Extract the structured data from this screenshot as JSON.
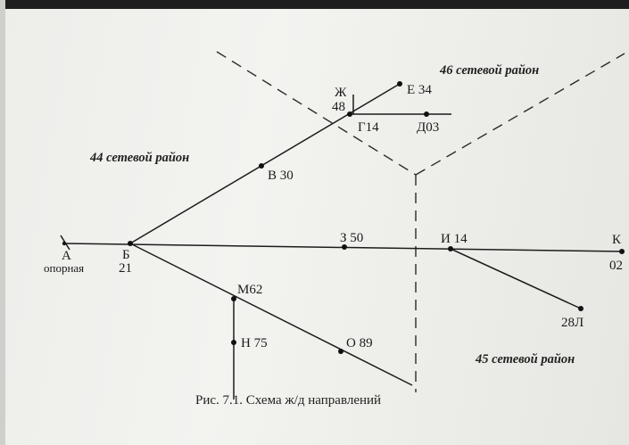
{
  "districts": {
    "d44": "44 сетевой район",
    "d46": "46 сетевой район",
    "d45": "45 сетевой район"
  },
  "stations": {
    "A": "А",
    "A_note": "опорная",
    "B": "Б",
    "B_code": "21",
    "V": "В 30",
    "G": "Г14",
    "D": "Д03",
    "E": "Е 34",
    "ZH": "Ж",
    "ZH_code": "48",
    "Z": "З 50",
    "I": "И 14",
    "K": "К",
    "K_code": "02",
    "L": "28Л",
    "M": "М62",
    "N": "Н 75",
    "O": "О 89"
  },
  "caption": "Рис. 7.1. Схема ж/д направлений",
  "colors": {
    "line": "#1c1c1c",
    "ink": "#1b1b1b"
  }
}
